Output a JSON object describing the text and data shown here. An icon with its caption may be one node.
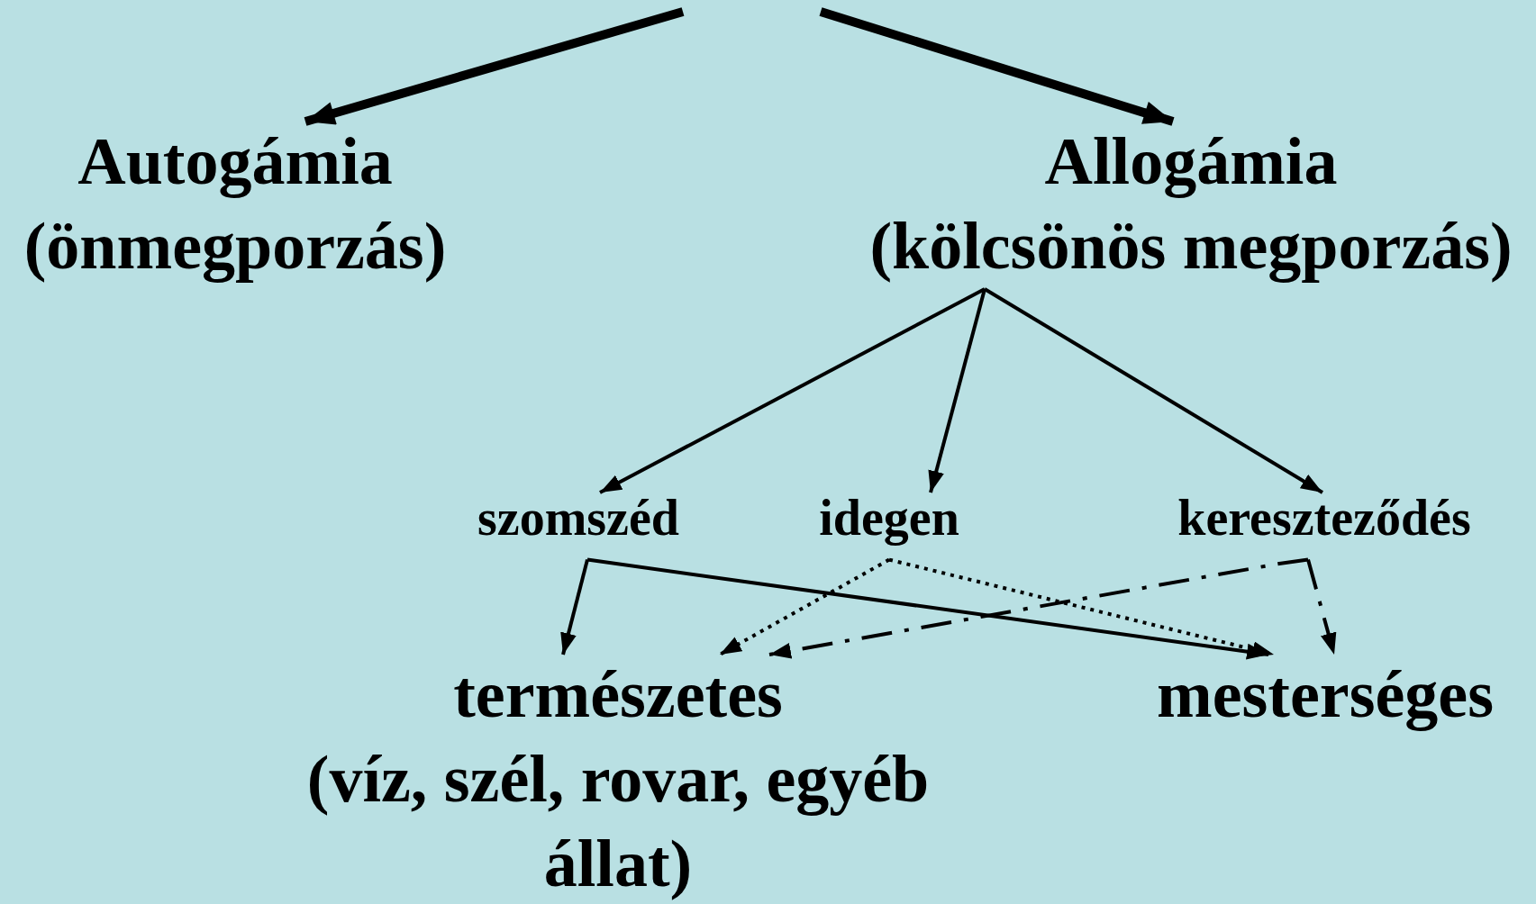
{
  "diagram": {
    "nodes": [
      {
        "text": [
          "Autogámia",
          "(önmegporzás)"
        ]
      },
      {
        "text": [
          "Allogámia",
          "(kölcsönös megporzás)"
        ]
      },
      {
        "text": [
          "szomszéd"
        ]
      },
      {
        "text": [
          "idegen"
        ]
      },
      {
        "text": [
          "kereszteződés"
        ]
      },
      {
        "text": [
          "természetes",
          "(víz, szél, rovar, egyéb állat)"
        ]
      },
      {
        "text": [
          "mesterséges"
        ]
      }
    ],
    "edges": [
      {
        "from": null,
        "to": 0,
        "arrow": "to",
        "style": "thick"
      },
      {
        "from": null,
        "to": 1,
        "arrow": "to",
        "style": "thick"
      },
      {
        "from": 1,
        "to": 2,
        "arrow": "to"
      },
      {
        "from": 1,
        "to": 3,
        "arrow": "to"
      },
      {
        "from": 1,
        "to": 4,
        "arrow": "to"
      },
      {
        "from": 2,
        "to": 5,
        "arrow": "to"
      },
      {
        "from": 2,
        "to": 6,
        "arrow": "to"
      },
      {
        "from": 3,
        "to": 5,
        "arrow": "to",
        "style": "dashed"
      },
      {
        "from": 3,
        "to": 6,
        "arrow": "to",
        "style": "dashed"
      },
      {
        "from": 4,
        "to": 5,
        "arrow": "to",
        "style": "dashed"
      },
      {
        "from": 4,
        "to": 6,
        "arrow": "to",
        "style": "dashed"
      }
    ]
  }
}
